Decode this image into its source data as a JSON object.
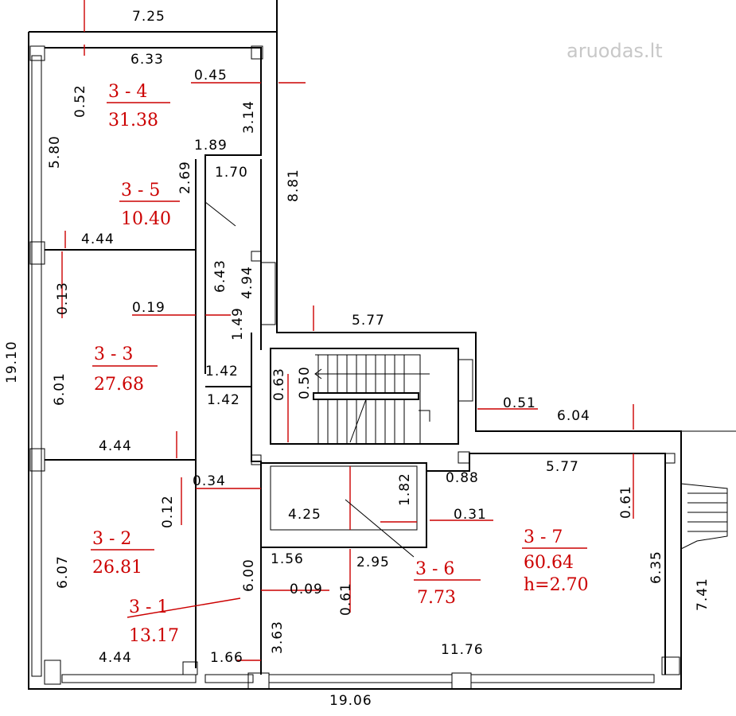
{
  "watermark": {
    "text": "aruodas",
    "suffix": "lt"
  },
  "colors": {
    "walls": "#000000",
    "room_labels": "#cc0000",
    "dimension_text": "#000000",
    "watermark": "#c8c8c8"
  },
  "rooms": [
    {
      "id": "3 - 4",
      "area": "31.38"
    },
    {
      "id": "3 - 5",
      "area": "10.40"
    },
    {
      "id": "3 - 3",
      "area": "27.68"
    },
    {
      "id": "3 - 2",
      "area": "26.81"
    },
    {
      "id": "3 - 1",
      "area": "13.17"
    },
    {
      "id": "3 - 6",
      "area": "7.73"
    },
    {
      "id": "3 - 7",
      "area": "60.64",
      "height": "h=2.70"
    }
  ],
  "dimensions": [
    "7.25",
    "6.33",
    "0.45",
    "0.52",
    "3.14",
    "5.80",
    "1.89",
    "2.69",
    "1.70",
    "8.81",
    "4.44",
    "6.43",
    "4.94",
    "0.13",
    "0.19",
    "1.49",
    "5.77",
    "19.10",
    "1.42",
    "0.63",
    "0.50",
    "6.01",
    "1.42",
    "0.51",
    "6.04",
    "4.44",
    "5.77",
    "0.34",
    "0.88",
    "1.82",
    "0.12",
    "4.25",
    "0.61",
    "0.31",
    "6.07",
    "1.56",
    "2.95",
    "6.00",
    "0.09",
    "0.61",
    "6.35",
    "3.63",
    "7.41",
    "4.44",
    "1.66",
    "11.76",
    "19.06"
  ]
}
